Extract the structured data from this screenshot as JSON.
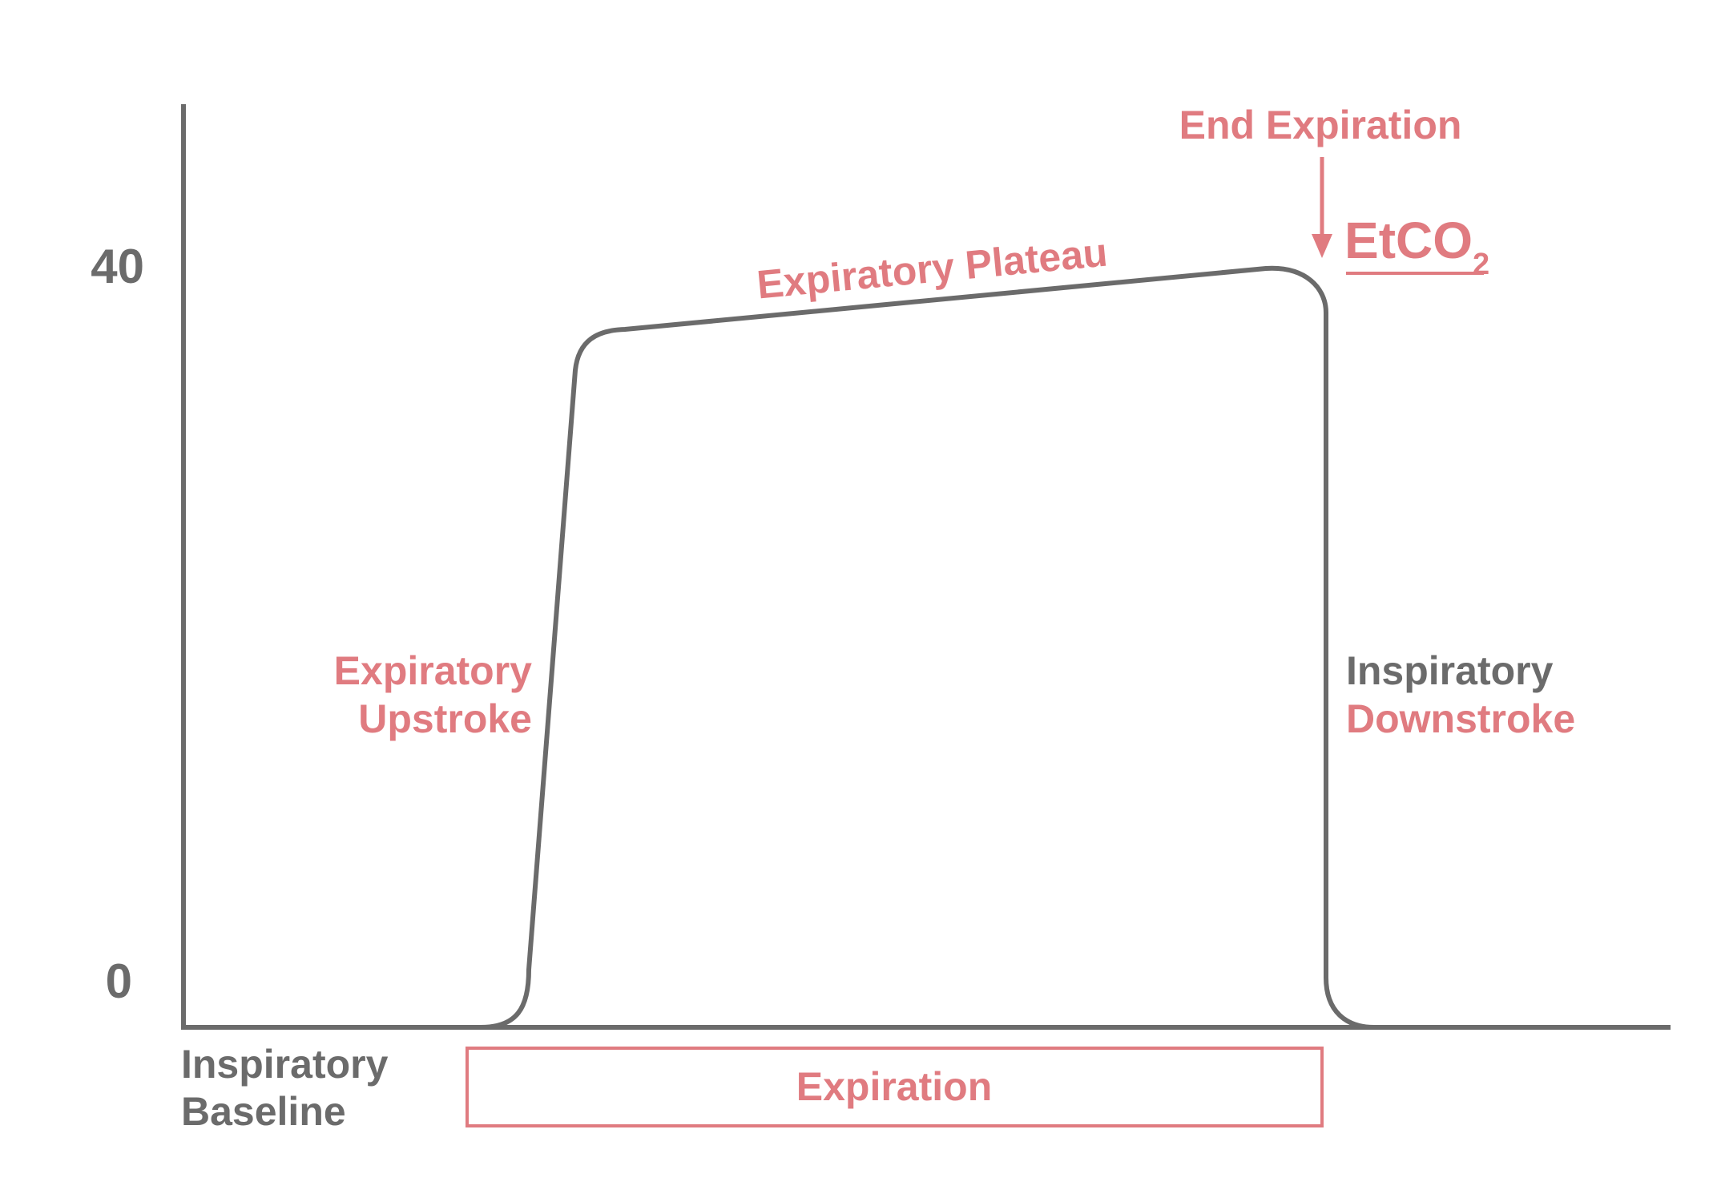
{
  "colors": {
    "curve": "#6b6b6b",
    "axis": "#6b6b6b",
    "accent": "#e07b80",
    "neutral_text": "#6b6b6b"
  },
  "y_axis": {
    "ticks": [
      {
        "label": "40"
      },
      {
        "label": "0"
      }
    ]
  },
  "labels": {
    "end_expiration": "End Expiration",
    "etco2_main": "EtCO",
    "etco2_sub": "2",
    "expiratory_plateau": "Expiratory Plateau",
    "upstroke_line1": "Expiratory",
    "upstroke_line2": "Upstroke",
    "downstroke_line1": "Inspiratory",
    "downstroke_line2": "Downstroke",
    "baseline_line1": "Inspiratory",
    "baseline_line2": "Baseline",
    "expiration": "Expiration"
  }
}
